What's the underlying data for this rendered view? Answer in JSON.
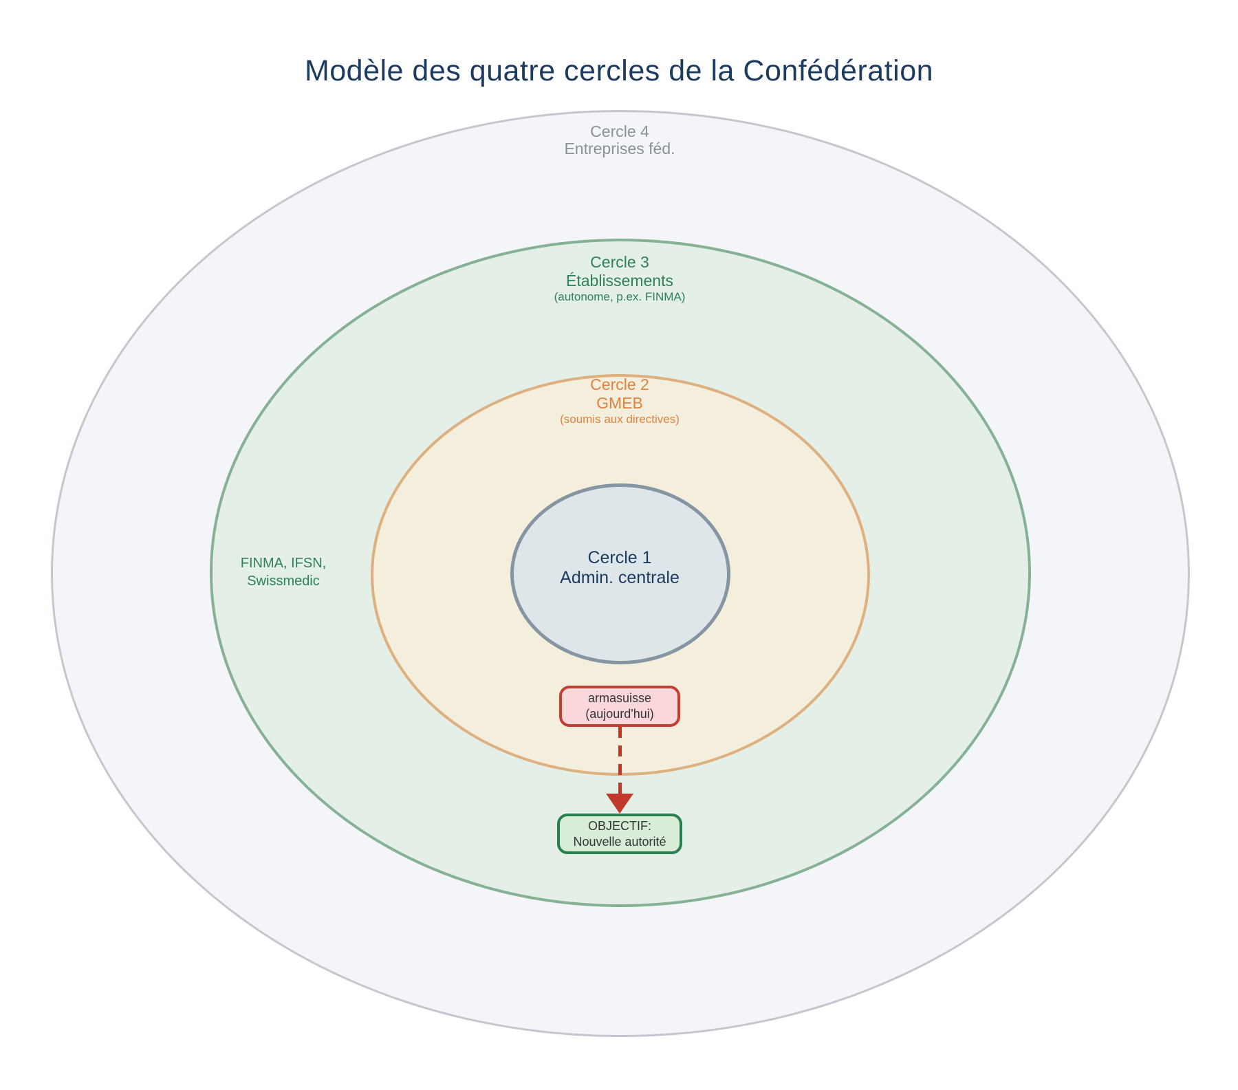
{
  "title": "Modèle des quatre cercles de la Confédération",
  "circles": [
    {
      "id": "cercle-4",
      "label": "Cercle 4",
      "sublabel": "Entreprises féd.",
      "note": "",
      "fill": "#f3f5f8",
      "stroke": "#c4c7cd",
      "text_color": "#8b9199"
    },
    {
      "id": "cercle-3",
      "label": "Cercle 3",
      "sublabel": "Établissements",
      "note": "(autonome, p.ex. FINMA)",
      "fill": "#e4efe7",
      "stroke": "#86b195",
      "text_color": "#2f8257"
    },
    {
      "id": "cercle-2",
      "label": "Cercle 2",
      "sublabel": "GMEB",
      "note": "(soumis aux directives)",
      "fill": "#f4eedd",
      "stroke": "#deb07f",
      "text_color": "#df8340"
    },
    {
      "id": "cercle-1",
      "label": "Cercle 1",
      "sublabel": "Admin. centrale",
      "note": "",
      "fill": "#dfe6ea",
      "stroke": "#8695a2",
      "text_color": "#1d3a5f"
    }
  ],
  "side_label": {
    "line1": "FINMA, IFSN,",
    "line2": "Swissmedic",
    "color": "#2f8257"
  },
  "annotation": {
    "current_box": {
      "line1": "armasuisse",
      "line2": "(aujourd'hui)",
      "fill": "#f9d7db",
      "stroke": "#c33f31"
    },
    "objective_box": {
      "line1": "OBJECTIF:",
      "line2": "Nouvelle autorité",
      "fill": "#d8ecd8",
      "stroke": "#28804e"
    },
    "arrow_color": "#c0392b"
  },
  "colors": {
    "background": "#ffffff",
    "title": "#1d3a5f"
  }
}
